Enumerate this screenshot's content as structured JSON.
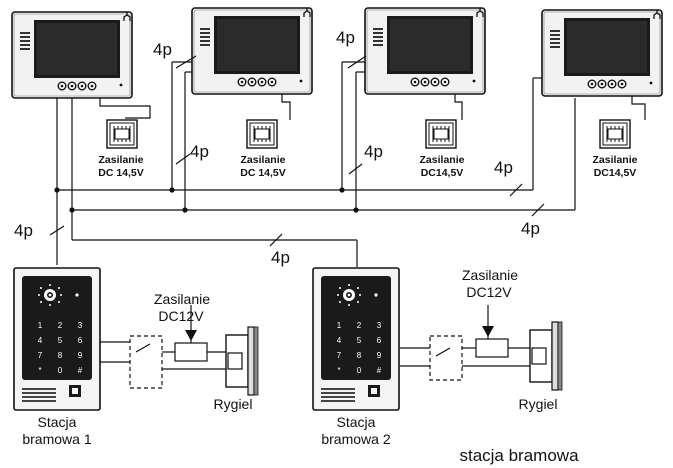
{
  "labels": {
    "wire": "4p",
    "psu_monitor_line1": "Zasilanie",
    "psu_monitor_line2": "DC 14,5V",
    "psu_monitor_line2_alt": "DC14,5V",
    "psu_lock_line1": "Zasilanie",
    "psu_lock_line2": "DC12V",
    "lock": "Rygiel",
    "station1_line1": "Stacja",
    "station1_line2": "bramowa 1",
    "station2_line1": "Stacja",
    "station2_line2": "bramowa 2",
    "footer": "stacja bramowa"
  },
  "keypad": [
    "1",
    "2",
    "3",
    "4",
    "5",
    "6",
    "7",
    "8",
    "9",
    "*",
    "0",
    "#"
  ],
  "colors": {
    "line": "#111111",
    "panel": "#1a1a1a",
    "bezel": "#e9e9e9"
  }
}
